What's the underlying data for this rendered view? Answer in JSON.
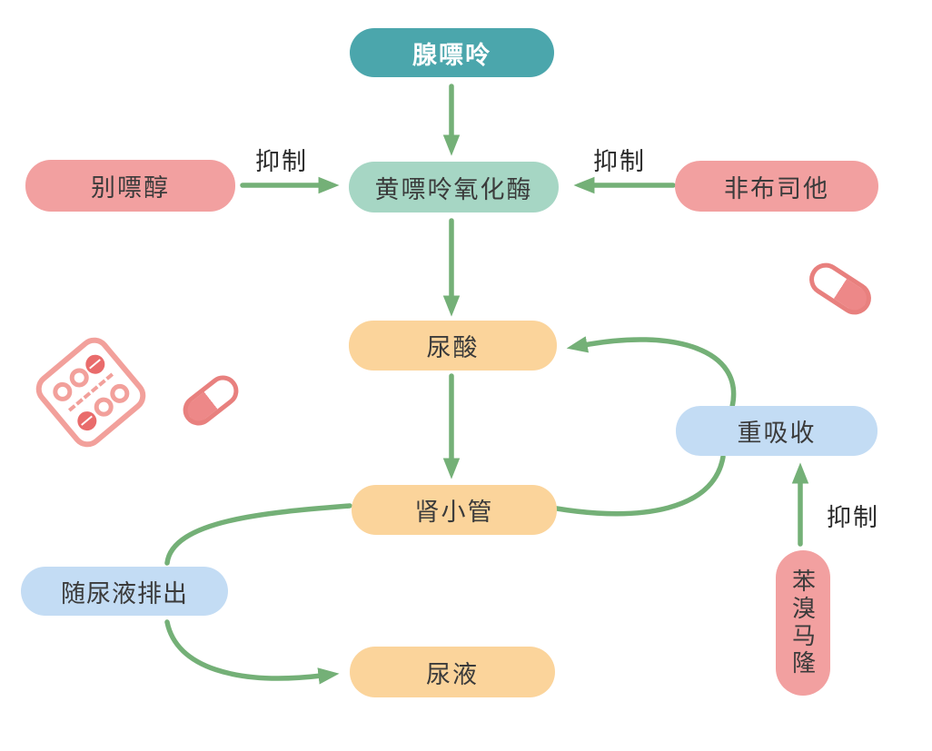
{
  "diagram": {
    "description": "Uric acid metabolism and drug action pathway diagram",
    "nodes": {
      "adenine": {
        "label": "腺嘌呤",
        "color": "#4BA6AC",
        "text_color": "#FFFFFF"
      },
      "allopurinol": {
        "label": "别嘌醇",
        "color": "#F2A0A0",
        "text_color": "#3B3B3B"
      },
      "xanthine_oxidase": {
        "label": "黄嘌呤氧化酶",
        "color": "#A6D6C4",
        "text_color": "#3B3B3B"
      },
      "febuxostat": {
        "label": "非布司他",
        "color": "#F2A0A0",
        "text_color": "#3B3B3B"
      },
      "uric_acid": {
        "label": "尿酸",
        "color": "#FBD49B",
        "text_color": "#3B3B3B"
      },
      "reabsorption": {
        "label": "重吸收",
        "color": "#C3DCF4",
        "text_color": "#3B3B3B"
      },
      "renal_tubule": {
        "label": "肾小管",
        "color": "#FBD49B",
        "text_color": "#3B3B3B"
      },
      "excreted_in_urine": {
        "label": "随尿液排出",
        "color": "#C3DCF4",
        "text_color": "#3B3B3B"
      },
      "benzbromarone": {
        "label": "苯溴马隆",
        "color": "#F2A0A0",
        "text_color": "#3B3B3B",
        "orientation": "vertical"
      },
      "urine": {
        "label": "尿液",
        "color": "#FBD49B",
        "text_color": "#3B3B3B"
      }
    },
    "edges": [
      {
        "from": "腺嘌呤",
        "to": "黄嘌呤氧化酶",
        "label": "",
        "style": "straight-down"
      },
      {
        "from": "别嘌醇",
        "to": "黄嘌呤氧化酶",
        "label": "抑制",
        "style": "straight-right"
      },
      {
        "from": "非布司他",
        "to": "黄嘌呤氧化酶",
        "label": "抑制",
        "style": "straight-left"
      },
      {
        "from": "黄嘌呤氧化酶",
        "to": "尿酸",
        "label": "",
        "style": "straight-down"
      },
      {
        "from": "尿酸",
        "to": "肾小管",
        "label": "",
        "style": "straight-down"
      },
      {
        "from": "肾小管",
        "to": "重吸收",
        "label": "",
        "style": "curve"
      },
      {
        "from": "重吸收",
        "to": "尿酸",
        "label": "",
        "style": "curve"
      },
      {
        "from": "苯溴马隆",
        "to": "重吸收",
        "label": "抑制",
        "style": "straight-up"
      },
      {
        "from": "肾小管",
        "to": "随尿液排出",
        "label": "",
        "style": "curve"
      },
      {
        "from": "随尿液排出",
        "to": "尿液",
        "label": "",
        "style": "curve"
      }
    ],
    "colors": {
      "arrow": "#74B077",
      "pill_red": "#E96B6B",
      "pill_outline": "#F2A09B",
      "capsule_outline": "#E8807E",
      "capsule_fill": "#ED8888",
      "background": "#FFFFFF"
    },
    "icons": [
      {
        "name": "pill-blister-pack-icon"
      },
      {
        "name": "capsule-icon"
      },
      {
        "name": "capsule-icon"
      }
    ]
  }
}
